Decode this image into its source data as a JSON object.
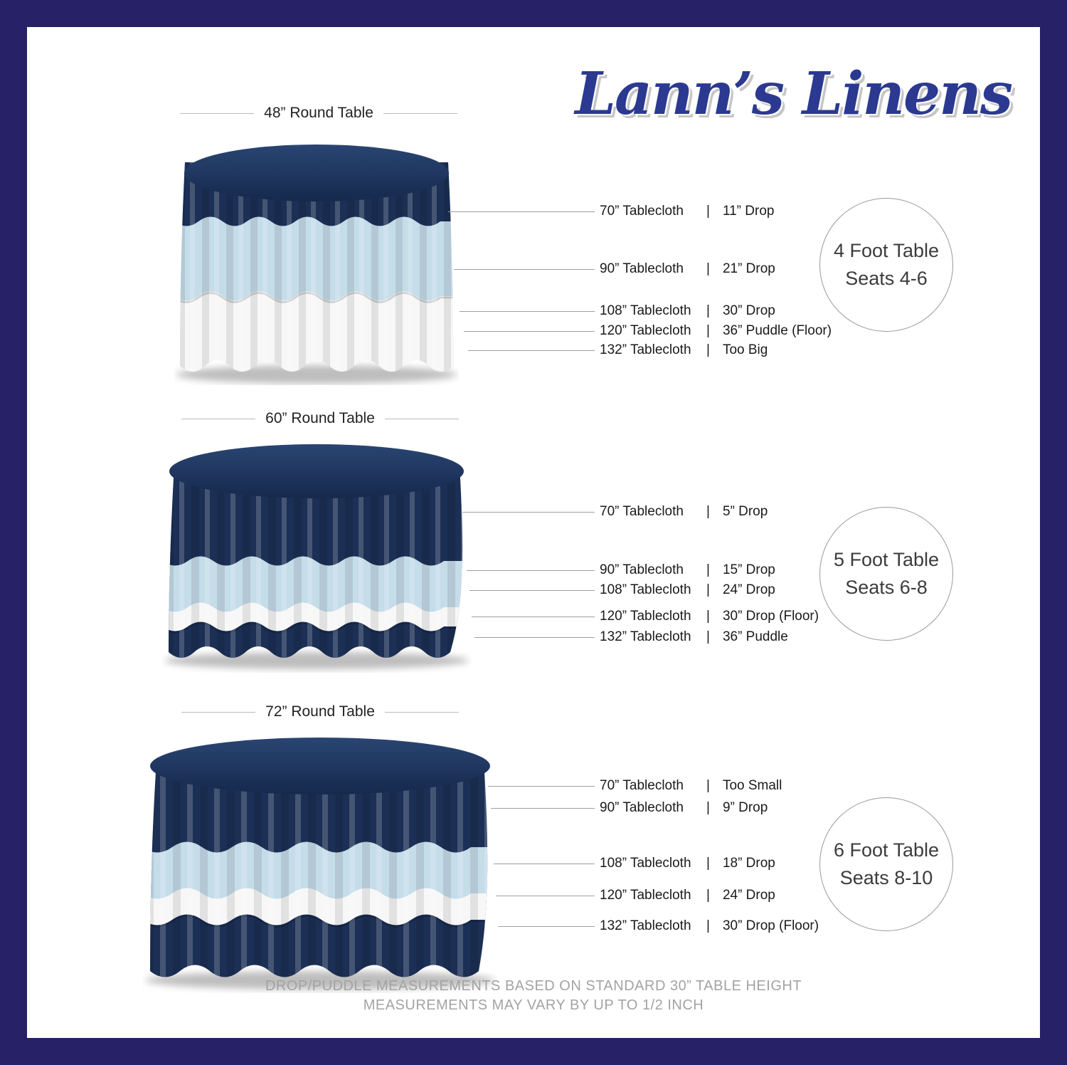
{
  "brand": {
    "name": "Lann’s Linens"
  },
  "divider": "|",
  "sections": [
    {
      "table_label": "48” Round Table",
      "seat_circle": {
        "line1": "4 Foot Table",
        "line2": "Seats 4-6"
      },
      "rows": [
        {
          "size": "70” Tablecloth",
          "drop": "11” Drop"
        },
        {
          "size": "90” Tablecloth",
          "drop": "21” Drop"
        },
        {
          "size": "108” Tablecloth",
          "drop": "30” Drop"
        },
        {
          "size": "120” Tablecloth",
          "drop": "36” Puddle  (Floor)"
        },
        {
          "size": "132” Tablecloth",
          "drop": "Too Big"
        }
      ]
    },
    {
      "table_label": "60” Round Table",
      "seat_circle": {
        "line1": "5 Foot Table",
        "line2": "Seats 6-8"
      },
      "rows": [
        {
          "size": "70” Tablecloth",
          "drop": "5” Drop"
        },
        {
          "size": "90” Tablecloth",
          "drop": "15” Drop"
        },
        {
          "size": "108” Tablecloth",
          "drop": "24” Drop"
        },
        {
          "size": "120” Tablecloth",
          "drop": "30” Drop  (Floor)"
        },
        {
          "size": "132” Tablecloth",
          "drop": "36” Puddle"
        }
      ]
    },
    {
      "table_label": "72” Round Table",
      "seat_circle": {
        "line1": "6 Foot Table",
        "line2": "Seats 8-10"
      },
      "rows": [
        {
          "size": "70” Tablecloth",
          "drop": "Too Small"
        },
        {
          "size": "90” Tablecloth",
          "drop": "9” Drop"
        },
        {
          "size": "108” Tablecloth",
          "drop": "18” Drop"
        },
        {
          "size": "120” Tablecloth",
          "drop": "24” Drop"
        },
        {
          "size": "132” Tablecloth",
          "drop": "30” Drop (Floor)"
        }
      ]
    }
  ],
  "footer": {
    "line1": "DROP/PUDDLE MEASUREMENTS BASED ON STANDARD 30” TABLE HEIGHT",
    "line2": "MEASUREMENTS MAY VARY BY UP TO 1/2 INCH"
  },
  "colors": {
    "frame": "#272168",
    "navy_cloth": "#1c2f55",
    "light_blue_cloth": "#c5dce9",
    "white_cloth": "#f7f7f7",
    "logo_navy": "#2b3990",
    "callout_line_gray": "#9f9f9f"
  }
}
